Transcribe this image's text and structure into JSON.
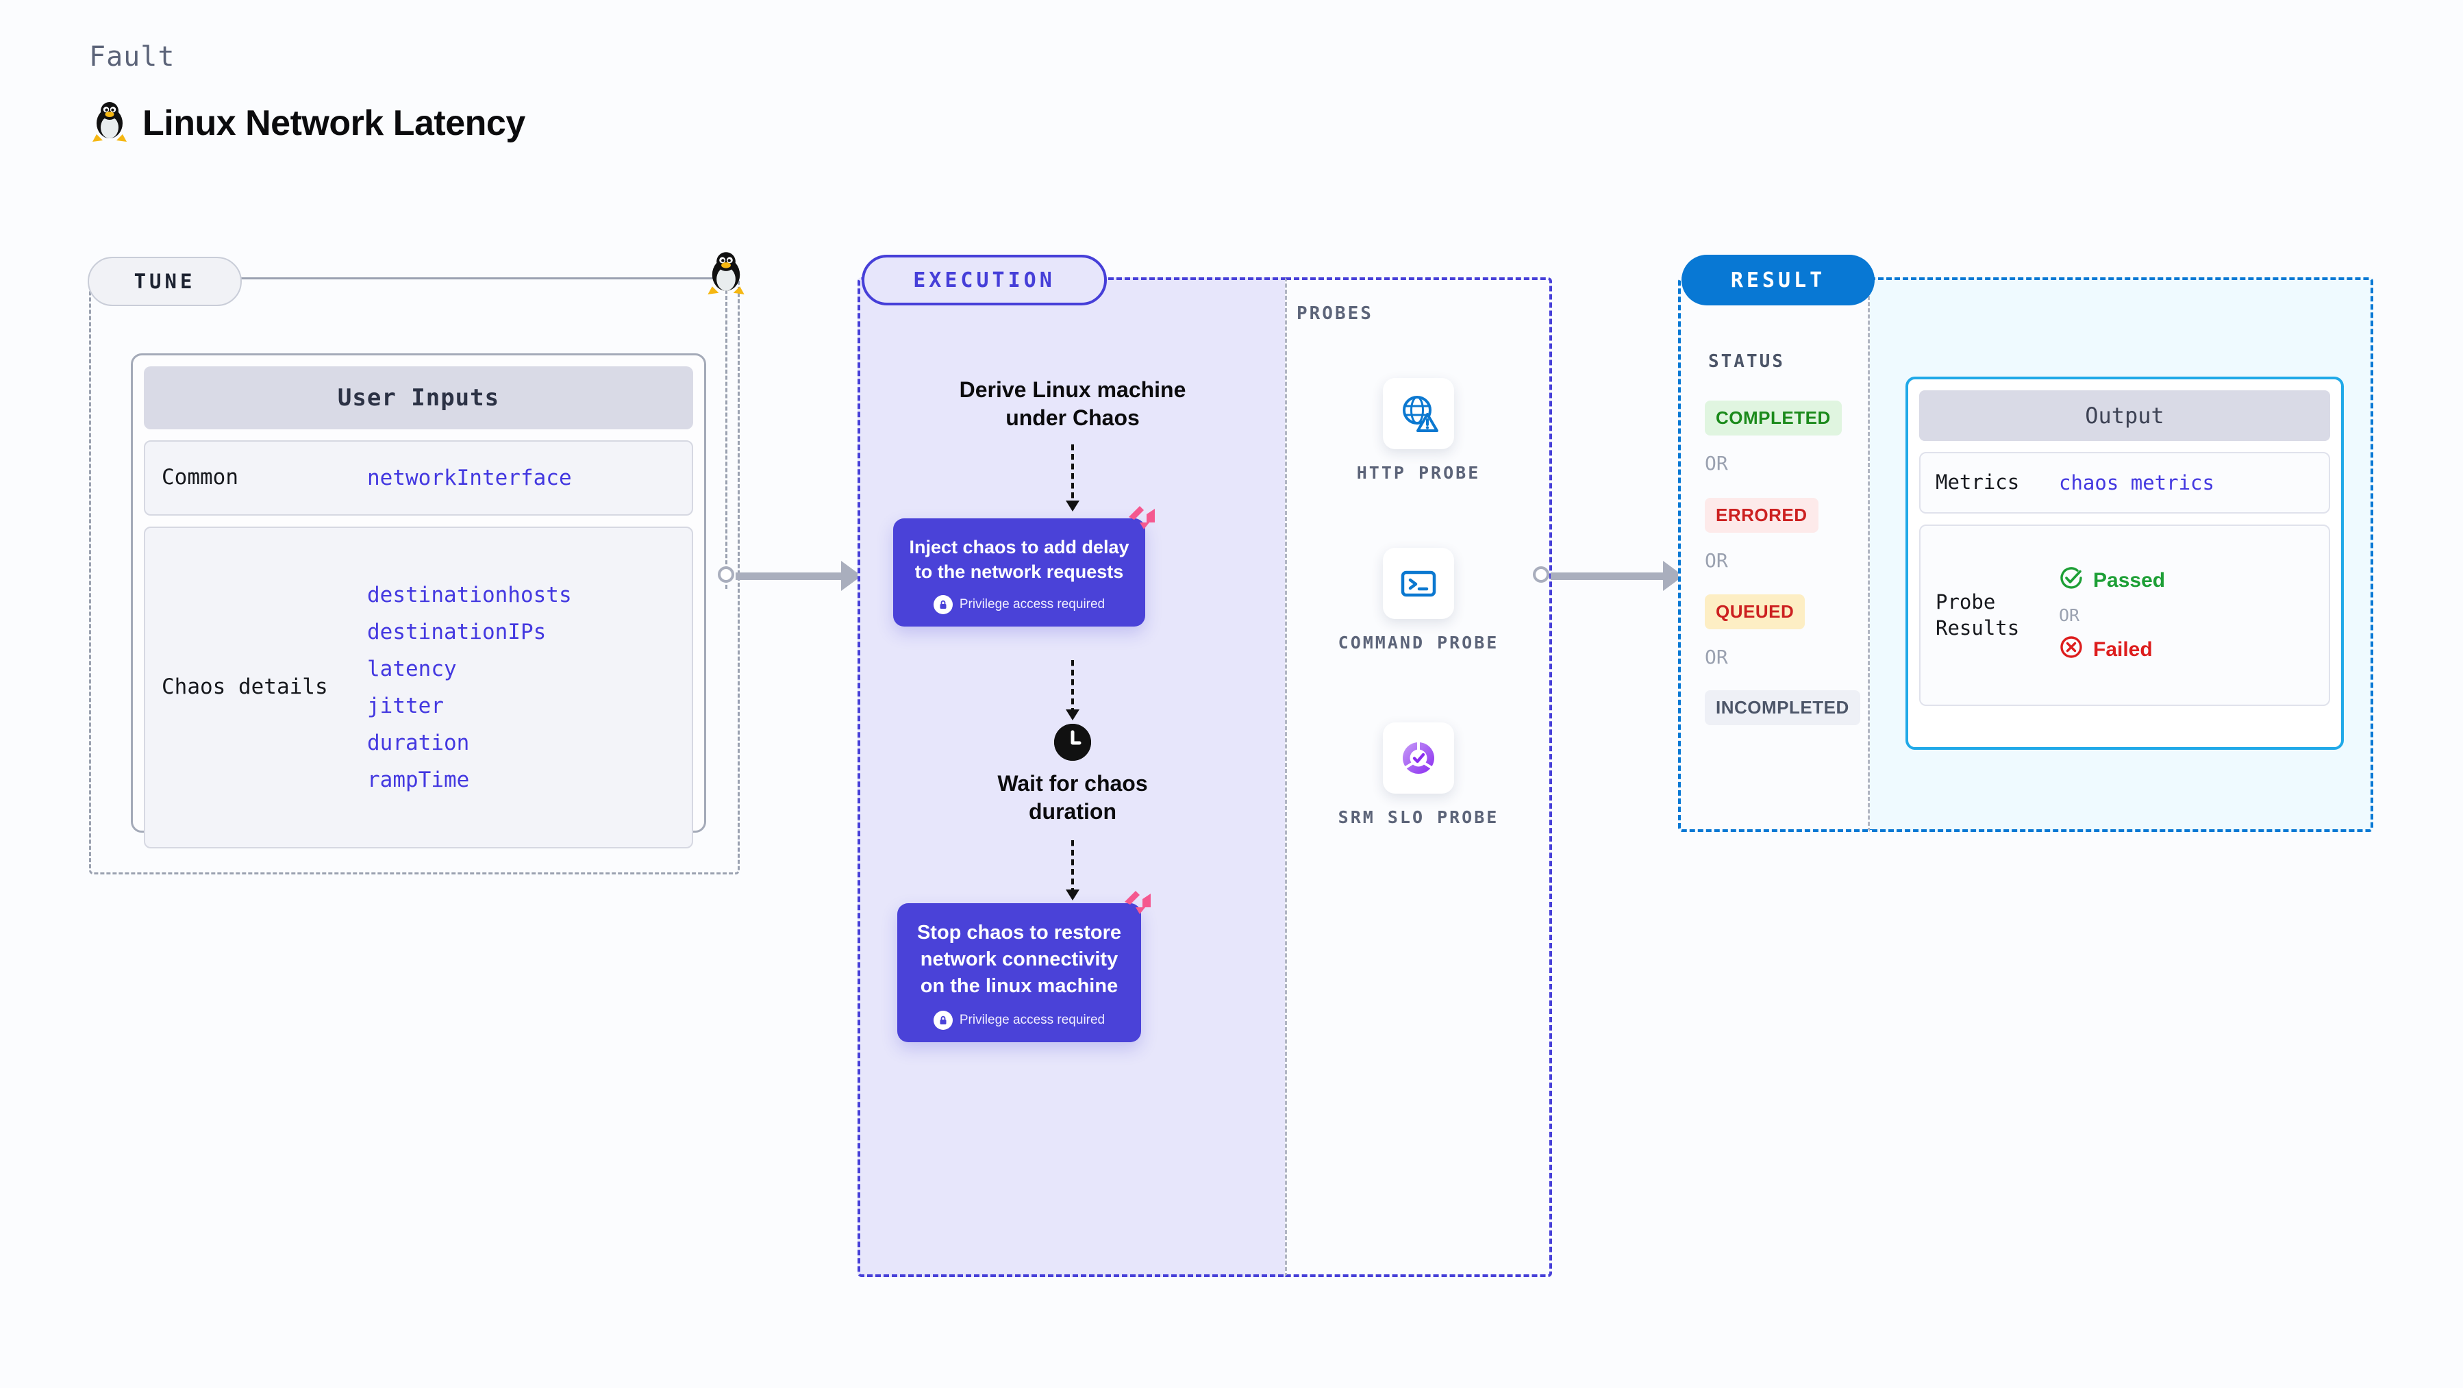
{
  "header": {
    "kicker": "Fault",
    "title": "Linux Network Latency",
    "icon": "linux-penguin-icon"
  },
  "tune": {
    "pill_label": "TUNE",
    "card_title": "User Inputs",
    "rows": [
      {
        "key": "Common",
        "values": [
          "networkInterface"
        ]
      },
      {
        "key": "Chaos details",
        "values": [
          "destinationhosts",
          "destinationIPs",
          "latency",
          "jitter",
          "duration",
          "rampTime"
        ]
      }
    ]
  },
  "execution": {
    "pill_label": "EXECUTION",
    "head_step": "Derive Linux machine\nunder Chaos",
    "inject_step": {
      "title": "Inject chaos to add delay to the network requests",
      "privilege": "Privilege access required"
    },
    "wait_step": "Wait for chaos\nduration",
    "stop_step": {
      "title": "Stop chaos to restore network connectivity on the linux machine",
      "privilege": "Privilege access required"
    }
  },
  "probes": {
    "label": "PROBES",
    "items": [
      {
        "name": "HTTP PROBE",
        "icon": "globe-warning-icon"
      },
      {
        "name": "COMMAND PROBE",
        "icon": "terminal-icon"
      },
      {
        "name": "SRM SLO PROBE",
        "icon": "srm-slo-donut-icon"
      }
    ]
  },
  "result": {
    "pill_label": "RESULT",
    "status_label": "STATUS",
    "or_label": "OR",
    "statuses": [
      {
        "label": "COMPLETED",
        "bg": "#e0f5e0",
        "fg": "#1b8a1b"
      },
      {
        "label": "ERRORED",
        "bg": "#fdeaea",
        "fg": "#cc2020"
      },
      {
        "label": "QUEUED",
        "bg": "#fdeec4",
        "fg": "#cc2020"
      },
      {
        "label": "INCOMPLETED",
        "bg": "#eef0f6",
        "fg": "#4c5568"
      }
    ],
    "output": {
      "title": "Output",
      "metrics_key": "Metrics",
      "metrics_value": "chaos metrics",
      "probe_key": "Probe Results",
      "passed": "Passed",
      "failed": "Failed",
      "or_label": "OR"
    }
  },
  "colors": {
    "accent_purple": "#4a42d8",
    "accent_blue": "#0878d4",
    "accent_cyan": "#20a9e8",
    "pink_logo": "#f5588f",
    "mono_value": "#4338e0"
  }
}
